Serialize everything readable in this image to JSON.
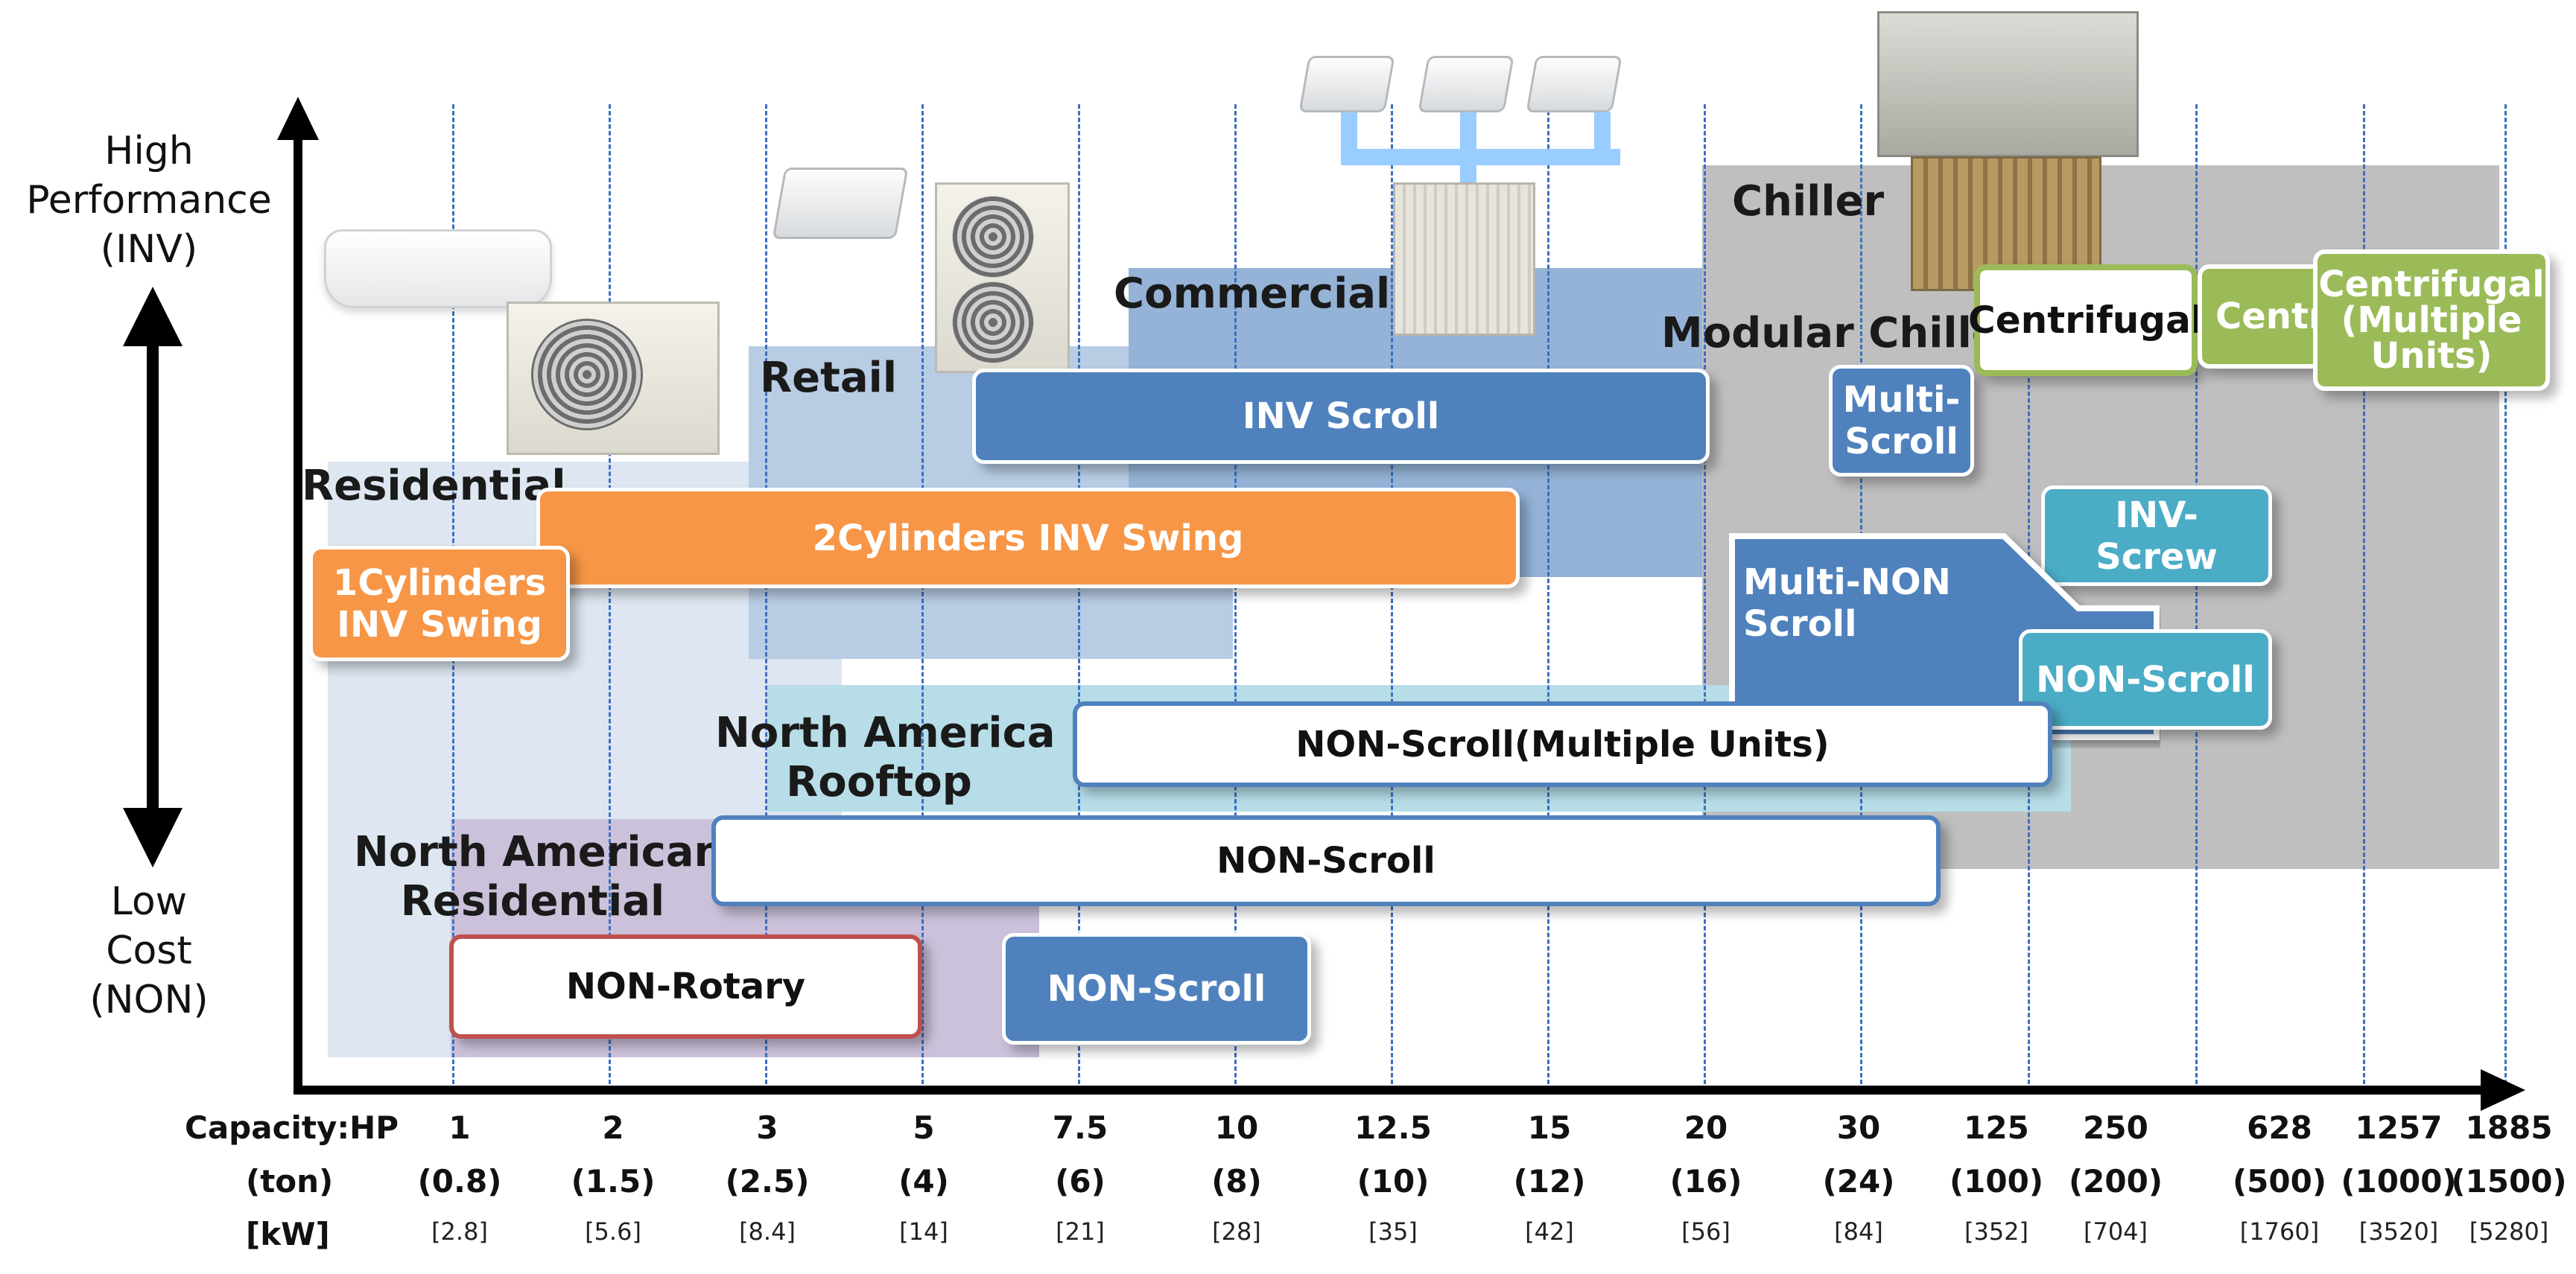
{
  "colors": {
    "residential_region": "#dde6f1",
    "retail_region": "#b8cce4",
    "commercial_region": "#95b3d7",
    "chiller_region": "#bfbfbf",
    "rooftop_region": "#b7dde8",
    "na_residential_region": "#ccc1da",
    "blue": "#4f81bd",
    "orange": "#f79646",
    "teal": "#4bacc6",
    "green": "#9bbb59",
    "red": "#c0504d",
    "link_pipe": "#99ccff"
  },
  "y_axis": {
    "top_label": [
      "High",
      "Performance",
      "(INV)"
    ],
    "bottom_label": [
      "Low",
      "Cost",
      "(NON)"
    ]
  },
  "segments": {
    "residential": "Residential",
    "retail": "Retail",
    "commercial": "Commercial",
    "chiller": "Chiller",
    "modular_chiller": "Modular Chiller",
    "north_america_rooftop": [
      "North America",
      "Rooftop"
    ],
    "north_american_residential": [
      "North American",
      "Residential"
    ]
  },
  "products": {
    "inv_scroll": "INV Scroll",
    "two_cyl_inv_swing": "2Cylinders INV Swing",
    "one_cyl_inv_swing": [
      "1Cylinders",
      "INV Swing"
    ],
    "multi_scroll": [
      "Multi-",
      "Scroll"
    ],
    "centrifugal": "Centrifugal",
    "centrifugal_partial": "Centr",
    "centrifugal_multi": [
      "Centrifugal",
      "(Multiple",
      "Units)"
    ],
    "inv_screw": [
      "INV-",
      "Screw"
    ],
    "multi_non_scroll": [
      "Multi-NON",
      "Scroll"
    ],
    "non_scroll_chiller": "NON-Scroll",
    "non_scroll_multiple": "NON-Scroll(Multiple Units)",
    "non_scroll_wide": "NON-Scroll",
    "non_rotary": "NON-Rotary",
    "non_scroll_small": "NON-Scroll"
  },
  "capacity_axis": {
    "hp_title": "Capacity:HP",
    "ton_title": "(ton)",
    "kw_title": "[kW]",
    "hp": [
      "1",
      "2",
      "3",
      "5",
      "7.5",
      "10",
      "12.5",
      "15",
      "20",
      "30",
      "125",
      "250",
      "628",
      "1257",
      "1885"
    ],
    "ton": [
      "(0.8)",
      "(1.5)",
      "(2.5)",
      "(4)",
      "(6)",
      "(8)",
      "(10)",
      "(12)",
      "(16)",
      "(24)",
      "(100)",
      "(200)",
      "(500)",
      "(1000)",
      "(1500)"
    ],
    "kw": [
      "[2.8]",
      "[5.6]",
      "[8.4]",
      "[14]",
      "[21]",
      "[28]",
      "[35]",
      "[42]",
      "[56]",
      "[84]",
      "[352]",
      "[704]",
      "[1760]",
      "[3520]",
      "[5280]"
    ]
  },
  "photos": {
    "wall_unit": "wall-mounted-indoor-unit",
    "outdoor_small": "residential-outdoor-unit",
    "cassette": "ceiling-cassette-unit",
    "outdoor_twin_fan": "twin-fan-outdoor-unit",
    "vrv_outdoor": "vrv-outdoor-unit",
    "chiller_centrifugal": "centrifugal-chiller",
    "chiller_modular": "modular-chiller"
  }
}
